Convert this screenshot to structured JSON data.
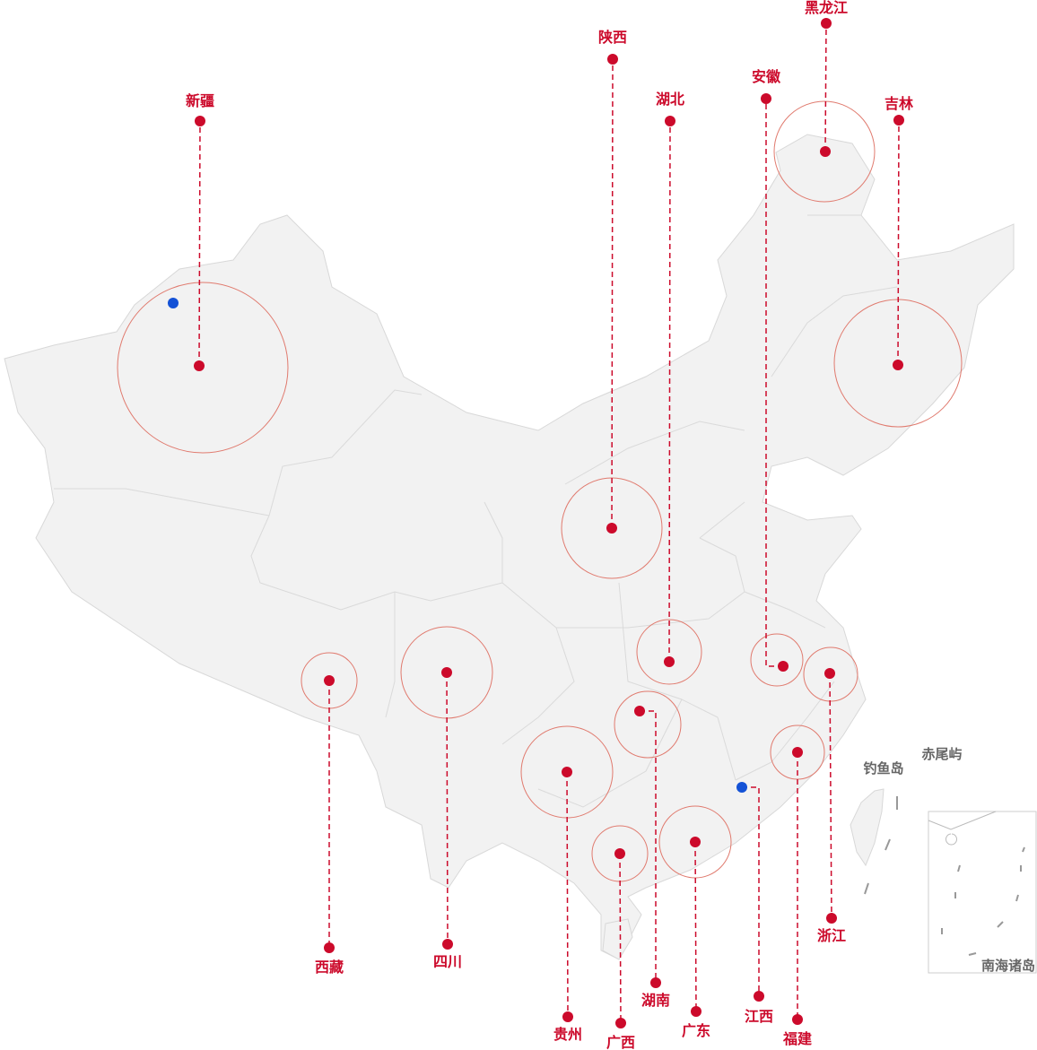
{
  "map": {
    "colors": {
      "marker": "#cc0a2b",
      "circle": "#e07a6e",
      "land": "#f2f2f2",
      "border": "#dcdcdc",
      "blue": "#1452d6"
    },
    "provinces": [
      {
        "name": "新疆"
      },
      {
        "name": "陕西"
      },
      {
        "name": "湖北"
      },
      {
        "name": "安徽"
      },
      {
        "name": "黑龙江"
      },
      {
        "name": "吉林"
      },
      {
        "name": "西藏"
      },
      {
        "name": "四川"
      },
      {
        "name": "贵州"
      },
      {
        "name": "广西"
      },
      {
        "name": "湖南"
      },
      {
        "name": "广东"
      },
      {
        "name": "江西"
      },
      {
        "name": "福建"
      },
      {
        "name": "浙江"
      }
    ],
    "islands": {
      "diaoyu": "钓鱼岛",
      "chiwei": "赤尾屿",
      "south_sea": "南海诸岛"
    }
  }
}
